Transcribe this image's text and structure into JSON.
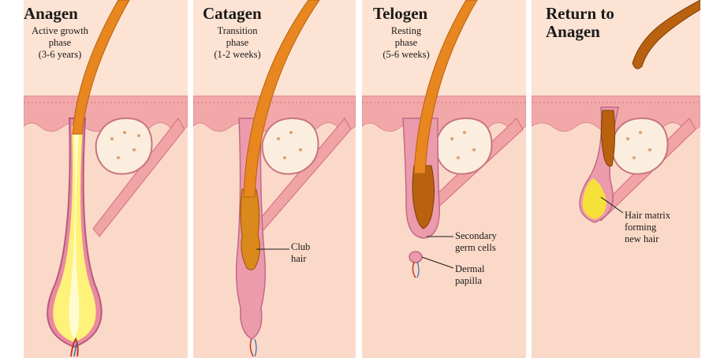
{
  "colors": {
    "background": "#fbd9c8",
    "skin_surface": "#f2a8a8",
    "hair_shaft": "#e8861f",
    "hair_bulb": "#fff27a",
    "club_hair": "#b8610f",
    "new_hair": "#f6e03a",
    "sheath": "#e98aa0"
  },
  "panels": [
    {
      "title": "Anagen",
      "subtitle": [
        "Active growth",
        "phase",
        "(3-6 years)"
      ],
      "labels": []
    },
    {
      "title": "Catagen",
      "subtitle": [
        "Transition",
        "phase",
        "(1-2 weeks)"
      ],
      "labels": [
        {
          "lines": [
            "Club",
            "hair"
          ]
        }
      ]
    },
    {
      "title": "Telogen",
      "subtitle": [
        "Resting",
        "phase",
        "(5-6 weeks)"
      ],
      "labels": [
        {
          "lines": [
            "Secondary",
            "germ cells"
          ]
        },
        {
          "lines": [
            "Dermal",
            "papilla"
          ]
        }
      ]
    },
    {
      "title_lines": [
        "Return to",
        "Anagen"
      ],
      "subtitle": [],
      "labels": [
        {
          "lines": [
            "Hair matrix",
            "forming",
            "new hair"
          ]
        }
      ]
    }
  ]
}
